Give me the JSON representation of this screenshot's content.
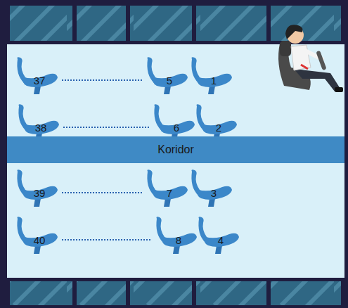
{
  "diagram": {
    "nodes": [
      {
        "text": [
          "37"
        ]
      },
      {
        "text": [
          "5"
        ]
      },
      {
        "text": [
          "1"
        ]
      },
      {
        "text": [
          "38"
        ]
      },
      {
        "text": [
          "6"
        ]
      },
      {
        "text": [
          "2"
        ]
      },
      {
        "text": [
          "Koridor"
        ]
      },
      {
        "text": [
          "39"
        ]
      },
      {
        "text": [
          "7"
        ]
      },
      {
        "text": [
          "3"
        ]
      },
      {
        "text": [
          "40"
        ]
      },
      {
        "text": [
          "8"
        ]
      },
      {
        "text": [
          "4"
        ]
      }
    ],
    "edges": [
      {
        "from": 0,
        "to": 1,
        "arrow": "none"
      },
      {
        "from": 3,
        "to": 4,
        "arrow": "none"
      },
      {
        "from": 7,
        "to": 8,
        "arrow": "none"
      },
      {
        "from": 10,
        "to": 11,
        "arrow": "none"
      }
    ]
  }
}
